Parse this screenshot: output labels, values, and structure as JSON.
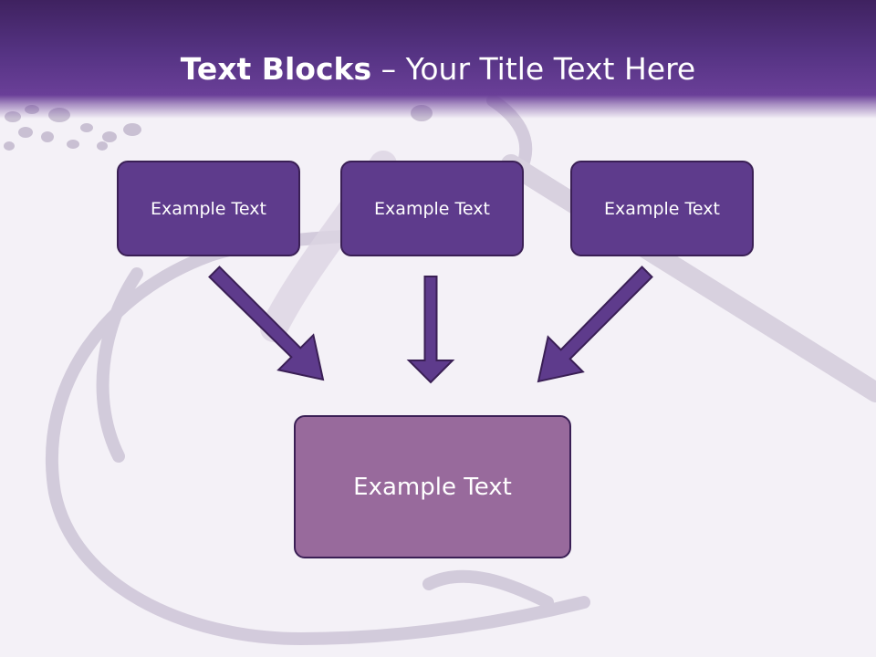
{
  "header": {
    "title_bold": "Text Blocks",
    "title_separator": " – ",
    "title_rest": "Your Title Text Here"
  },
  "boxes": {
    "top_left": "Example Text",
    "top_center": "Example Text",
    "top_right": "Example Text",
    "bottom": "Example Text"
  },
  "colors": {
    "header_dark": "#3f2260",
    "header_light": "#6a3f98",
    "box_fill": "#5e3b8c",
    "bottom_box_fill": "#986a9c",
    "arrow_fill": "#5e3b8c",
    "background": "#f4f1f7"
  }
}
